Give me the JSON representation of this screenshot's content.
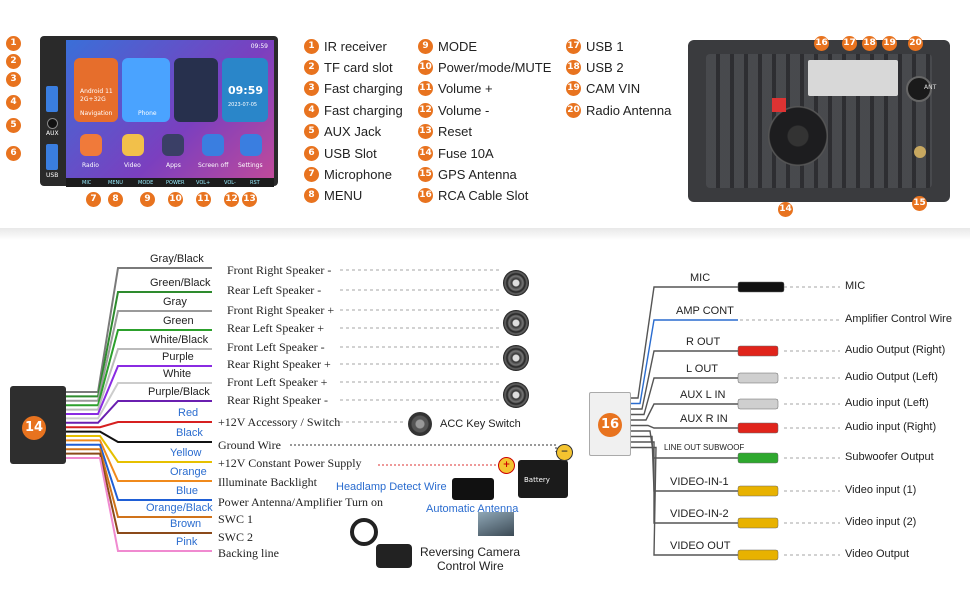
{
  "front_legend": [
    {
      "num": "1",
      "label": "IR receiver"
    },
    {
      "num": "2",
      "label": "TF card slot"
    },
    {
      "num": "3",
      "label": "Fast charging"
    },
    {
      "num": "4",
      "label": "Fast charging"
    },
    {
      "num": "5",
      "label": "AUX Jack"
    },
    {
      "num": "6",
      "label": "USB Slot"
    },
    {
      "num": "7",
      "label": "Microphone"
    },
    {
      "num": "8",
      "label": "MENU"
    },
    {
      "num": "9",
      "label": "MODE"
    },
    {
      "num": "10",
      "label": "Power/mode/MUTE"
    },
    {
      "num": "11",
      "label": "Volume +"
    },
    {
      "num": "12",
      "label": "Volume -"
    },
    {
      "num": "13",
      "label": "Reset"
    },
    {
      "num": "14",
      "label": "Fuse 10A"
    },
    {
      "num": "15",
      "label": "GPS Antenna"
    },
    {
      "num": "16",
      "label": "RCA Cable Slot"
    },
    {
      "num": "17",
      "label": "USB 1"
    },
    {
      "num": "18",
      "label": "USB 2"
    },
    {
      "num": "19",
      "label": "CAM VIN"
    },
    {
      "num": "20",
      "label": "Radio Antenna"
    }
  ],
  "stereo": {
    "time_small": "09:59",
    "clock": "09:59",
    "clock_date": "2023-07-05",
    "os_line1": "Android 11",
    "os_line2": "2G+32G",
    "apps": [
      "Navigation",
      "Phone",
      "Radio",
      "Video",
      "Apps",
      "Screen off",
      "Settings"
    ],
    "buttons": [
      "MIC",
      "MENU",
      "MODE",
      "POWER",
      "VOL+",
      "VOL-",
      "RST"
    ],
    "side_labels": [
      "AUX",
      "USB"
    ],
    "rear_ant": "ANT"
  },
  "harness": {
    "connector": "14",
    "wires": [
      {
        "color": "Gray/Black",
        "func": "Front Right Speaker -",
        "hex": "#7a7a7a"
      },
      {
        "color": "Green/Black",
        "func": "Rear Left Speaker -",
        "hex": "#2e8b2e"
      },
      {
        "color": "Gray",
        "func": "Front Right Speaker +",
        "hex": "#9a9a9a"
      },
      {
        "color": "Green",
        "func": "Rear Left Speaker +",
        "hex": "#2ca02c"
      },
      {
        "color": "White/Black",
        "func": "Front Left Speaker -",
        "hex": "#bbbbbb"
      },
      {
        "color": "Purple",
        "func": "Rear Right Speaker +",
        "hex": "#8a2be2"
      },
      {
        "color": "White",
        "func": "Front Left Speaker +",
        "hex": "#cccccc"
      },
      {
        "color": "Purple/Black",
        "func": "Rear Right Speaker -",
        "hex": "#6a1fb0"
      },
      {
        "color": "Red",
        "func": "+12V Accessory / Switch",
        "hex": "#d62020"
      },
      {
        "color": "Black",
        "func": "Ground Wire",
        "hex": "#111111"
      },
      {
        "color": "Yellow",
        "func": "+12V Constant Power Supply",
        "hex": "#e6c000"
      },
      {
        "color": "Orange",
        "func": "Illuminate Backlight",
        "hex": "#f08a1c"
      },
      {
        "color": "Blue",
        "func": "Power Antenna/Amplifier Turn on",
        "hex": "#1f5fd6"
      },
      {
        "color": "Orange/Black",
        "func": "SWC 1",
        "hex": "#d0731a"
      },
      {
        "color": "Brown",
        "func": "SWC 2",
        "hex": "#8b4a1a"
      },
      {
        "color": "Pink",
        "func": "Backing line",
        "hex": "#f08ad0"
      }
    ],
    "acc_label": "ACC Key Switch",
    "battery_label": "Battery",
    "headlamp_label": "Headlamp Detect Wire",
    "auto_antenna_label": "Automatic Antenna",
    "camera_label_1": "Reversing Camera",
    "camera_label_2": "Control Wire"
  },
  "rca": {
    "connector": "16",
    "lines": [
      {
        "label": "MIC",
        "func": "MIC",
        "plug": "#111111"
      },
      {
        "label": "AMP CONT",
        "func": "Amplifier Control Wire",
        "plug": ""
      },
      {
        "label": "R OUT",
        "func": "Audio Output (Right)",
        "plug": "#e0241b"
      },
      {
        "label": "L OUT",
        "func": "Audio Output (Left)",
        "plug": "#cfcfcf"
      },
      {
        "label": "AUX L IN",
        "func": "Audio input (Left)",
        "plug": "#cfcfcf"
      },
      {
        "label": "AUX R IN",
        "func": "Audio input (Right)",
        "plug": "#e0241b"
      },
      {
        "label": "LINE OUT SUBWOOF",
        "func": "Subwoofer Output",
        "plug": "#2ea82e"
      },
      {
        "label": "VIDEO-IN-1",
        "func": "Video input (1)",
        "plug": "#e8b200"
      },
      {
        "label": "VIDEO-IN-2",
        "func": "Video input (2)",
        "plug": "#e8b200"
      },
      {
        "label": "VIDEO OUT",
        "func": "Video Output",
        "plug": "#e8b200"
      }
    ]
  }
}
